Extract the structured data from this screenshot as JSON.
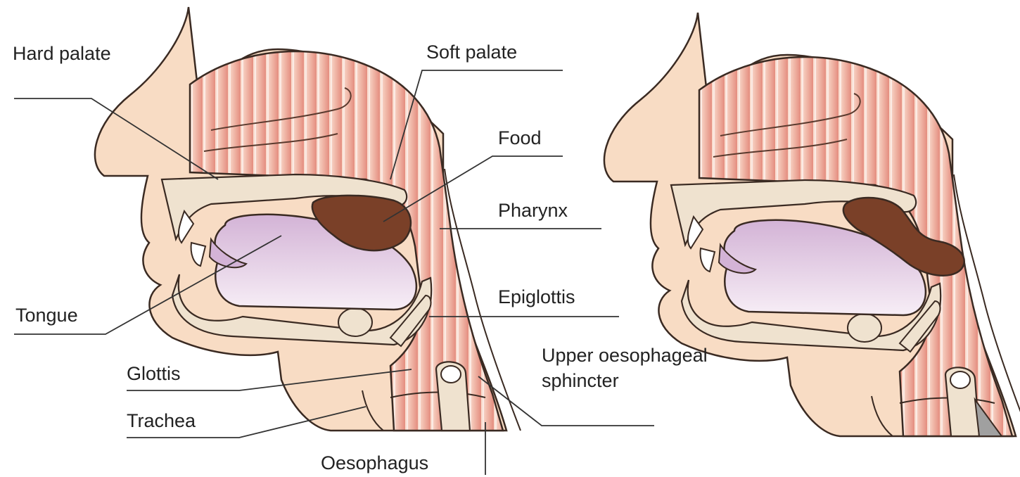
{
  "labels": {
    "hard_palate": "Hard palate",
    "soft_palate": "Soft palate",
    "food": "Food",
    "pharynx": "Pharynx",
    "tongue": "Tongue",
    "epiglottis": "Epiglottis",
    "upper_oesophageal_sphincter": "Upper oesophageal sphincter",
    "glottis": "Glottis",
    "trachea": "Trachea",
    "oesophagus": "Oesophagus"
  },
  "colors": {
    "skin": "#f8dcc4",
    "muscle": "#e9a294",
    "muscle_light": "#f3c4b6",
    "bone": "#efe2cf",
    "tongue": "#dcc0dc",
    "food": "#7a4028",
    "outline": "#3a2a22",
    "grey": "#a0a0a0"
  }
}
